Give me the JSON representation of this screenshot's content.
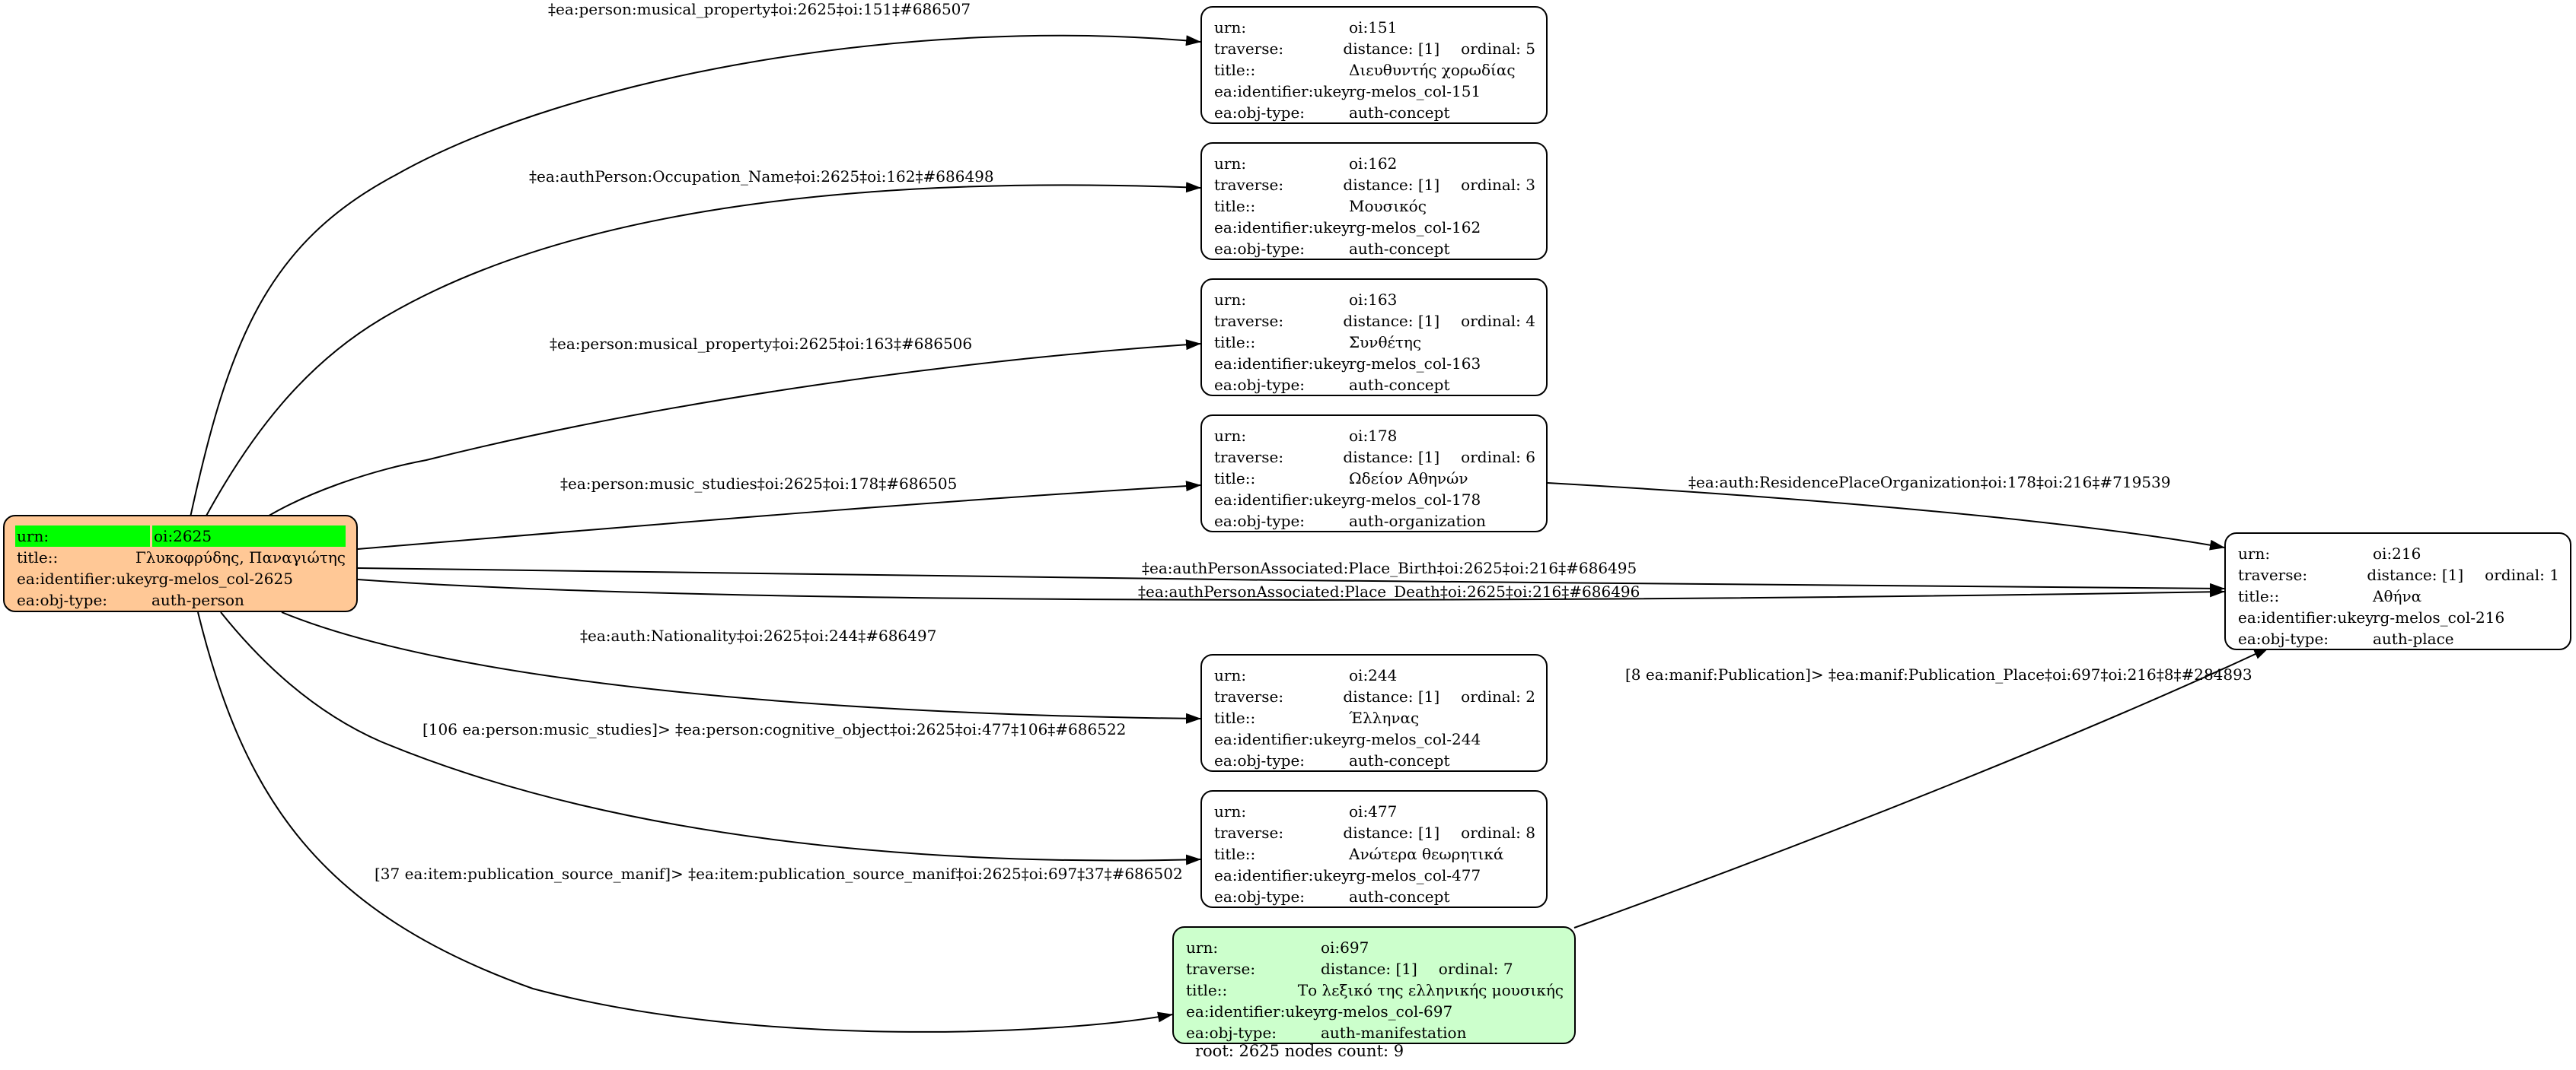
{
  "nodes": {
    "n2625": {
      "urn_label": "urn:",
      "urn": "oi:2625",
      "title_label": "title::",
      "title": "Γλυκοφρύδης, Παναγιώτης",
      "ukey_label": "ea:identifier:ukey",
      "ukey": "rg-melos_col-2625",
      "type_label": "ea:obj-type:",
      "type": "auth-person"
    },
    "n151": {
      "urn_label": "urn:",
      "urn": "oi:151",
      "traverse_label": "traverse:",
      "distance": "distance: [1]",
      "ordinal": "ordinal: 5",
      "title_label": "title::",
      "title": "Διευθυντής χορωδίας",
      "ukey_label": "ea:identifier:ukey",
      "ukey": "rg-melos_col-151",
      "type_label": "ea:obj-type:",
      "type": "auth-concept"
    },
    "n162": {
      "urn_label": "urn:",
      "urn": "oi:162",
      "traverse_label": "traverse:",
      "distance": "distance: [1]",
      "ordinal": "ordinal: 3",
      "title_label": "title::",
      "title": "Μουσικός",
      "ukey_label": "ea:identifier:ukey",
      "ukey": "rg-melos_col-162",
      "type_label": "ea:obj-type:",
      "type": "auth-concept"
    },
    "n163": {
      "urn_label": "urn:",
      "urn": "oi:163",
      "traverse_label": "traverse:",
      "distance": "distance: [1]",
      "ordinal": "ordinal: 4",
      "title_label": "title::",
      "title": "Συνθέτης",
      "ukey_label": "ea:identifier:ukey",
      "ukey": "rg-melos_col-163",
      "type_label": "ea:obj-type:",
      "type": "auth-concept"
    },
    "n178": {
      "urn_label": "urn:",
      "urn": "oi:178",
      "traverse_label": "traverse:",
      "distance": "distance: [1]",
      "ordinal": "ordinal: 6",
      "title_label": "title::",
      "title": "Ωδείον Αθηνών",
      "ukey_label": "ea:identifier:ukey",
      "ukey": "rg-melos_col-178",
      "type_label": "ea:obj-type:",
      "type": "auth-organization"
    },
    "n216": {
      "urn_label": "urn:",
      "urn": "oi:216",
      "traverse_label": "traverse:",
      "distance": "distance: [1]",
      "ordinal": "ordinal: 1",
      "title_label": "title::",
      "title": "Αθήνα",
      "ukey_label": "ea:identifier:ukey",
      "ukey": "rg-melos_col-216",
      "type_label": "ea:obj-type:",
      "type": "auth-place"
    },
    "n244": {
      "urn_label": "urn:",
      "urn": "oi:244",
      "traverse_label": "traverse:",
      "distance": "distance: [1]",
      "ordinal": "ordinal: 2",
      "title_label": "title::",
      "title": "Έλληνας",
      "ukey_label": "ea:identifier:ukey",
      "ukey": "rg-melos_col-244",
      "type_label": "ea:obj-type:",
      "type": "auth-concept"
    },
    "n477": {
      "urn_label": "urn:",
      "urn": "oi:477",
      "traverse_label": "traverse:",
      "distance": "distance: [1]",
      "ordinal": "ordinal: 8",
      "title_label": "title::",
      "title": "Ανώτερα θεωρητικά",
      "ukey_label": "ea:identifier:ukey",
      "ukey": "rg-melos_col-477",
      "type_label": "ea:obj-type:",
      "type": "auth-concept"
    },
    "n697": {
      "urn_label": "urn:",
      "urn": "oi:697",
      "traverse_label": "traverse:",
      "distance": "distance: [1]",
      "ordinal": "ordinal: 7",
      "title_label": "title::",
      "title": "Το λεξικό της ελληνικής μουσικής",
      "ukey_label": "ea:identifier:ukey",
      "ukey": "rg-melos_col-697",
      "type_label": "ea:obj-type:",
      "type": "auth-manifestation"
    }
  },
  "edges": [
    {
      "from": "oi:2625",
      "to": "oi:151",
      "label": "‡ea:person:musical_property‡oi:2625‡oi:151‡#686507"
    },
    {
      "from": "oi:2625",
      "to": "oi:162",
      "label": "‡ea:authPerson:Occupation_Name‡oi:2625‡oi:162‡#686498"
    },
    {
      "from": "oi:2625",
      "to": "oi:163",
      "label": "‡ea:person:musical_property‡oi:2625‡oi:163‡#686506"
    },
    {
      "from": "oi:2625",
      "to": "oi:178",
      "label": "‡ea:person:music_studies‡oi:2625‡oi:178‡#686505"
    },
    {
      "from": "oi:178",
      "to": "oi:216",
      "label": "‡ea:auth:ResidencePlaceOrganization‡oi:178‡oi:216‡#719539"
    },
    {
      "from": "oi:2625",
      "to": "oi:216",
      "label": "‡ea:authPersonAssociated:Place_Birth‡oi:2625‡oi:216‡#686495"
    },
    {
      "from": "oi:2625",
      "to": "oi:216",
      "label": "‡ea:authPersonAssociated:Place_Death‡oi:2625‡oi:216‡#686496"
    },
    {
      "from": "oi:2625",
      "to": "oi:244",
      "label": "‡ea:auth:Nationality‡oi:2625‡oi:244‡#686497"
    },
    {
      "from": "oi:697",
      "to": "oi:216",
      "label": "[8 ea:manif:Publication]> ‡ea:manif:Publication_Place‡oi:697‡oi:216‡8‡#284893"
    },
    {
      "from": "oi:2625",
      "to": "oi:477",
      "label": "[106 ea:person:music_studies]> ‡ea:person:cognitive_object‡oi:2625‡oi:477‡106‡#686522"
    },
    {
      "from": "oi:2625",
      "to": "oi:697",
      "label": "[37 ea:item:publication_source_manif]> ‡ea:item:publication_source_manif‡oi:2625‡oi:697‡37‡#686502"
    }
  ],
  "footer": "root: 2625 nodes count: 9",
  "colors": {
    "root_fill": "#ffc896",
    "root_header": "#00ff00",
    "manifestation_fill": "#ccffcc",
    "default_fill": "#ffffff"
  }
}
